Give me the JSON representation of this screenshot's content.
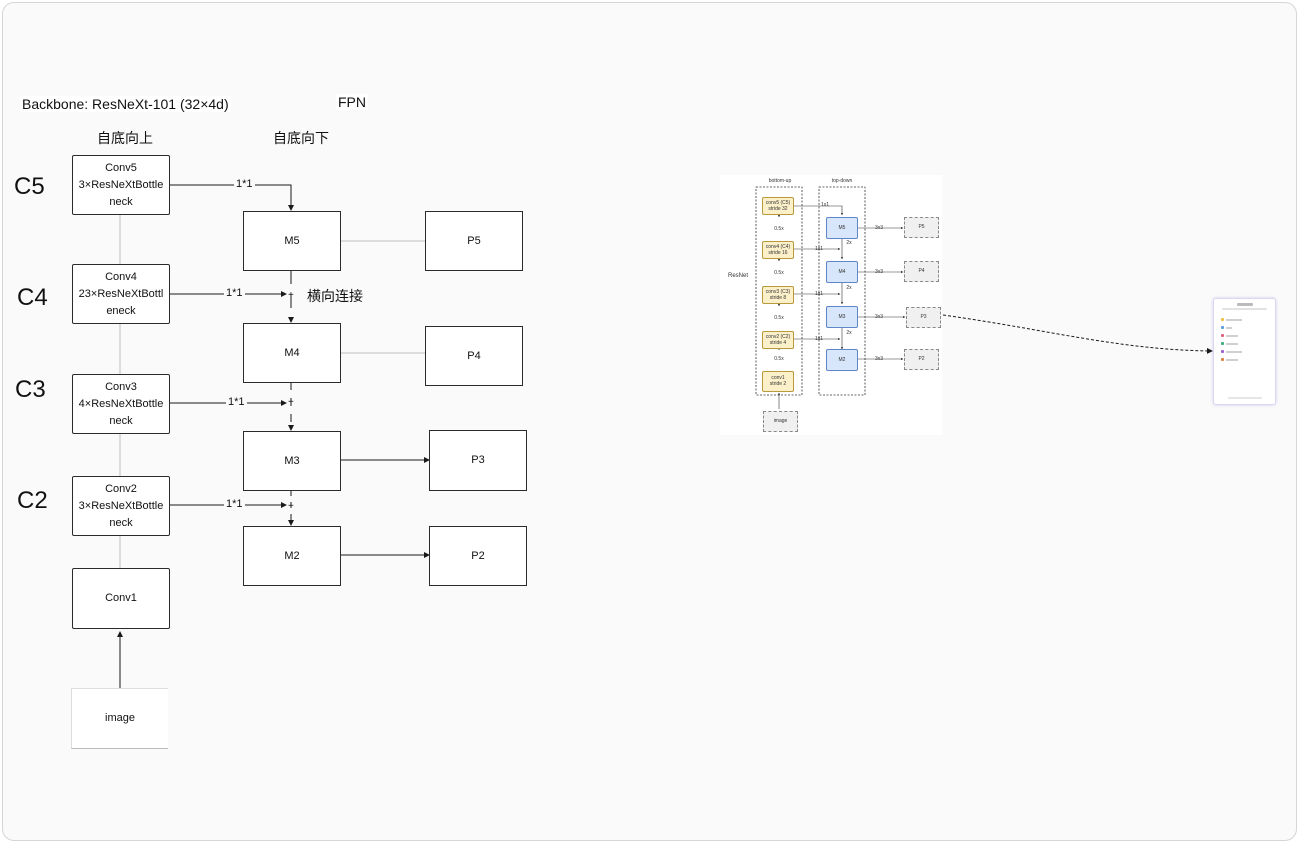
{
  "titles": {
    "backbone": "Backbone: ResNeXt-101 (32×4d)",
    "fpn": "FPN",
    "bottom_up": "自底向上",
    "top_down": "自底向下",
    "lateral": "横向连接"
  },
  "stages": {
    "c5": "C5",
    "c4": "C4",
    "c3": "C3",
    "c2": "C2"
  },
  "left_boxes": {
    "conv5": [
      "Conv5",
      "3×ResNeXtBottle",
      "neck"
    ],
    "conv4": [
      "Conv4",
      "23×ResNeXtBottl",
      "eneck"
    ],
    "conv3": [
      "Conv3",
      "4×ResNeXtBottle",
      "neck"
    ],
    "conv2": [
      "Conv2",
      "3×ResNeXtBottle",
      "neck"
    ],
    "conv1": "Conv1",
    "image": "image"
  },
  "m_boxes": {
    "m5": "M5",
    "m4": "M4",
    "m3": "M3",
    "m2": "M2"
  },
  "p_boxes": {
    "p5": "P5",
    "p4": "P4",
    "p3": "P3",
    "p2": "P2"
  },
  "lateral_labels": {
    "l5": "1*1",
    "l4": "1*1",
    "l3": "1*1",
    "l2": "1*1"
  },
  "plus": "+",
  "thumbnail": {
    "header_left": "bottom-up",
    "header_right": "top-down",
    "side_label": "ResNet",
    "blocks": [
      [
        "conv5 (C5)",
        "stride 32"
      ],
      [
        "conv4 (C4)",
        "stride 16"
      ],
      [
        "conv3 (C3)",
        "stride 8"
      ],
      [
        "conv2 (C2)",
        "stride 4"
      ],
      [
        "conv1",
        "stride 2"
      ]
    ],
    "down_labels": [
      "0.5x",
      "0.5x",
      "0.5x",
      "0.5x"
    ],
    "m_labels": [
      "M5",
      "M4",
      "M3",
      "M2"
    ],
    "p_labels": [
      "P5",
      "P4",
      "P3",
      "P2"
    ],
    "lat_labels": [
      "1x1",
      "1x1",
      "1x1",
      "1x1"
    ],
    "up_labels": [
      "2x",
      "2x",
      "2x"
    ],
    "out_labels": [
      "3x3",
      "3x3",
      "3x3",
      "3x3"
    ],
    "image_label": "image"
  },
  "card": {
    "legend_colors": [
      "#f0c040",
      "#5aa0e0",
      "#e06080",
      "#40b080",
      "#a060d0",
      "#e08040"
    ]
  },
  "colors": {
    "line": "#1a1a1a",
    "frame": "#d6d6d6"
  }
}
